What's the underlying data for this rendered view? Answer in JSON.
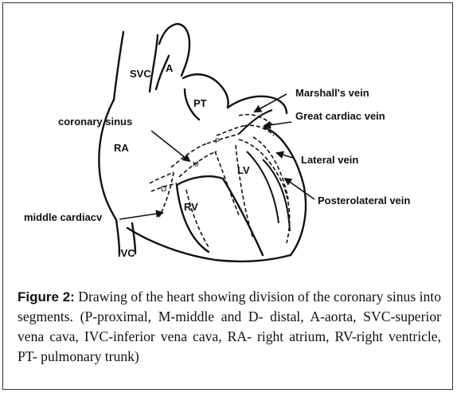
{
  "labels": {
    "svc": "SVC",
    "a": "A",
    "pt": "PT",
    "marshalls_vein": "Marshall's vein",
    "great_cardiac_vein": "Great cardiac vein",
    "coronary_sinus": "coronary sinus",
    "ra": "RA",
    "p": "P",
    "m": "M",
    "lv": "LV",
    "lateral_vein": "Lateral vein",
    "d": "D",
    "posterolateral_vein": "Posterolateral vein",
    "rv": "RV",
    "middle_cardiac": "middle cardiacv",
    "ivc": "IVC"
  },
  "caption": {
    "label": "Figure 2:",
    "text": " Drawing of the heart showing division of the coronary sinus into segments. (P-proximal, M-middle and D- distal, A-aorta, SVC-superior vena cava, IVC-inferior vena cava, RA- right atrium, RV-right ventricle, PT- pulmonary trunk)"
  }
}
